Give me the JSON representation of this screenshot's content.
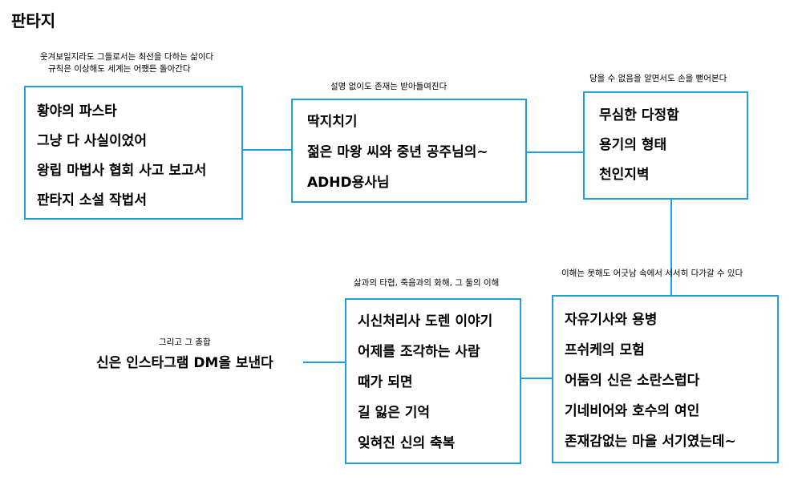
{
  "title": "판타지",
  "groups": [
    {
      "captions": [
        "웃겨보일지라도 그들로서는 최선을 다하는 삶이다",
        "규칙은 이상해도 세계는 어쨌든 돌아간다"
      ],
      "items": [
        "황야의 파스타",
        "그냥 다 사실이었어",
        "왕립 마법사 협회 사고 보고서",
        "판타지 소설 작법서"
      ]
    },
    {
      "captions": [
        "설명 없이도 존재는 받아들여진다"
      ],
      "items": [
        "딱지치기",
        "젊은 마왕 씨와 중년 공주님의~",
        "ADHD용사님"
      ]
    },
    {
      "captions": [
        "당을 수 없음을 알면서도 손을 뻗어본다"
      ],
      "items": [
        "무심한 다정함",
        "용기의 형태",
        "천인지벽"
      ]
    },
    {
      "captions": [
        "이해는 못해도 어긋남 속에서 서서히 다가갈 수 있다"
      ],
      "items": [
        "자유기사와 용병",
        "프쉬케의 모험",
        "어둠의 신은 소란스럽다",
        "기네비어와 호수의 여인",
        "존재감없는 마을 서기였는데~"
      ]
    },
    {
      "captions": [
        "삶과의 타협, 죽음과의 화해, 그 둘의 이해"
      ],
      "items": [
        "시신처리사 도렌 이야기",
        "어제를 조각하는 사람",
        "때가 되면",
        "길 잃은 기억",
        "잊혀진 신의 축복"
      ]
    },
    {
      "captions": [
        "그리고 그 총합"
      ],
      "items": [
        "신은 인스타그램 DM을 보낸다"
      ]
    }
  ]
}
